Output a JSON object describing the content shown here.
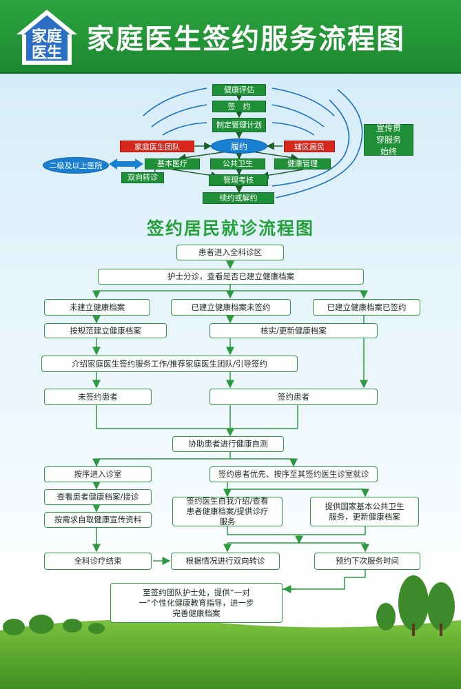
{
  "header": {
    "logo_line1": "家庭",
    "logo_line2": "医生",
    "title": "家庭医生签约服务流程图"
  },
  "top_flow": {
    "health_eval": "健康评估",
    "sign": "签　约",
    "plan": "制定管理计划",
    "fulfill": "履约",
    "team": "家庭医生团队",
    "residents": "辖区居民",
    "hospital": "二级及以上医院",
    "basic_care": "基本医疗",
    "public_health": "公共卫生",
    "health_mgmt": "健康管理",
    "referral": "双向转诊",
    "assess": "管理考核",
    "renew": "续约或解约",
    "promo": "宣传贯穿服务始终"
  },
  "visit_flow": {
    "title": "签约居民就诊流程图",
    "enter": "患者进入全科诊区",
    "triage": "护士分诊，查看是否已建立健康档案",
    "no_record": "未建立健康档案",
    "record_unsigned": "已建立健康档案未签约",
    "record_signed": "已建立健康档案已签约",
    "create_record": "按规范建立健康档案",
    "verify_record": "核实/更新健康档案",
    "introduce": "介绍家庭医生签约服务工作/推荐家庭医生团队/引导签约",
    "unsigned_patient": "未签约患者",
    "signed_patient": "签约患者",
    "self_test": "协助患者进行健康自测",
    "enter_clinic": "按序进入诊室",
    "priority": "签约患者优先、按序至其签约医生诊室就诊",
    "view_record": "查看患者健康档案/接诊",
    "doctor_intro": "签约医生自我介绍/查看患者健康档案/提供诊疗服务",
    "public_service": "提供国家基本公共卫生服务，更新健康档案",
    "get_material": "按需求自取健康宣传资料",
    "end": "全科诊疗结束",
    "two_way": "根据情况进行双向转诊",
    "appointment": "预约下次服务时间",
    "education": "至签约团队护士处，提供“一对一”个性化健康教育指导，进一步完善健康档案"
  },
  "colors": {
    "header_green": "#1d8a30",
    "accent_green": "#2c9a40",
    "red": "#d8281c",
    "blue": "#1a7fd0"
  }
}
